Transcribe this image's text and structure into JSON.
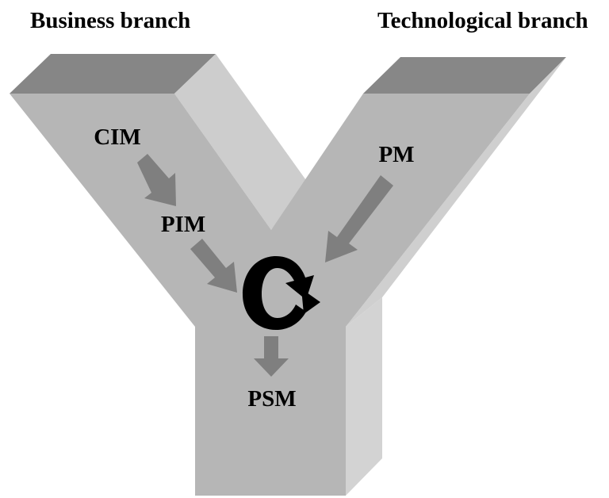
{
  "titles": {
    "business": "Business branch",
    "technological": "Technological branch"
  },
  "models": {
    "cim": "CIM",
    "pim": "PIM",
    "pm": "PM",
    "psm": "PSM"
  },
  "colors": {
    "front_face": "#b6b6b6",
    "top_face": "#868686",
    "side_face": "#cdcdcd",
    "arrow": "#7f7f7f",
    "cycle_symbol": "#000000"
  },
  "icons": {
    "cycle": "circular-arrows-icon"
  }
}
